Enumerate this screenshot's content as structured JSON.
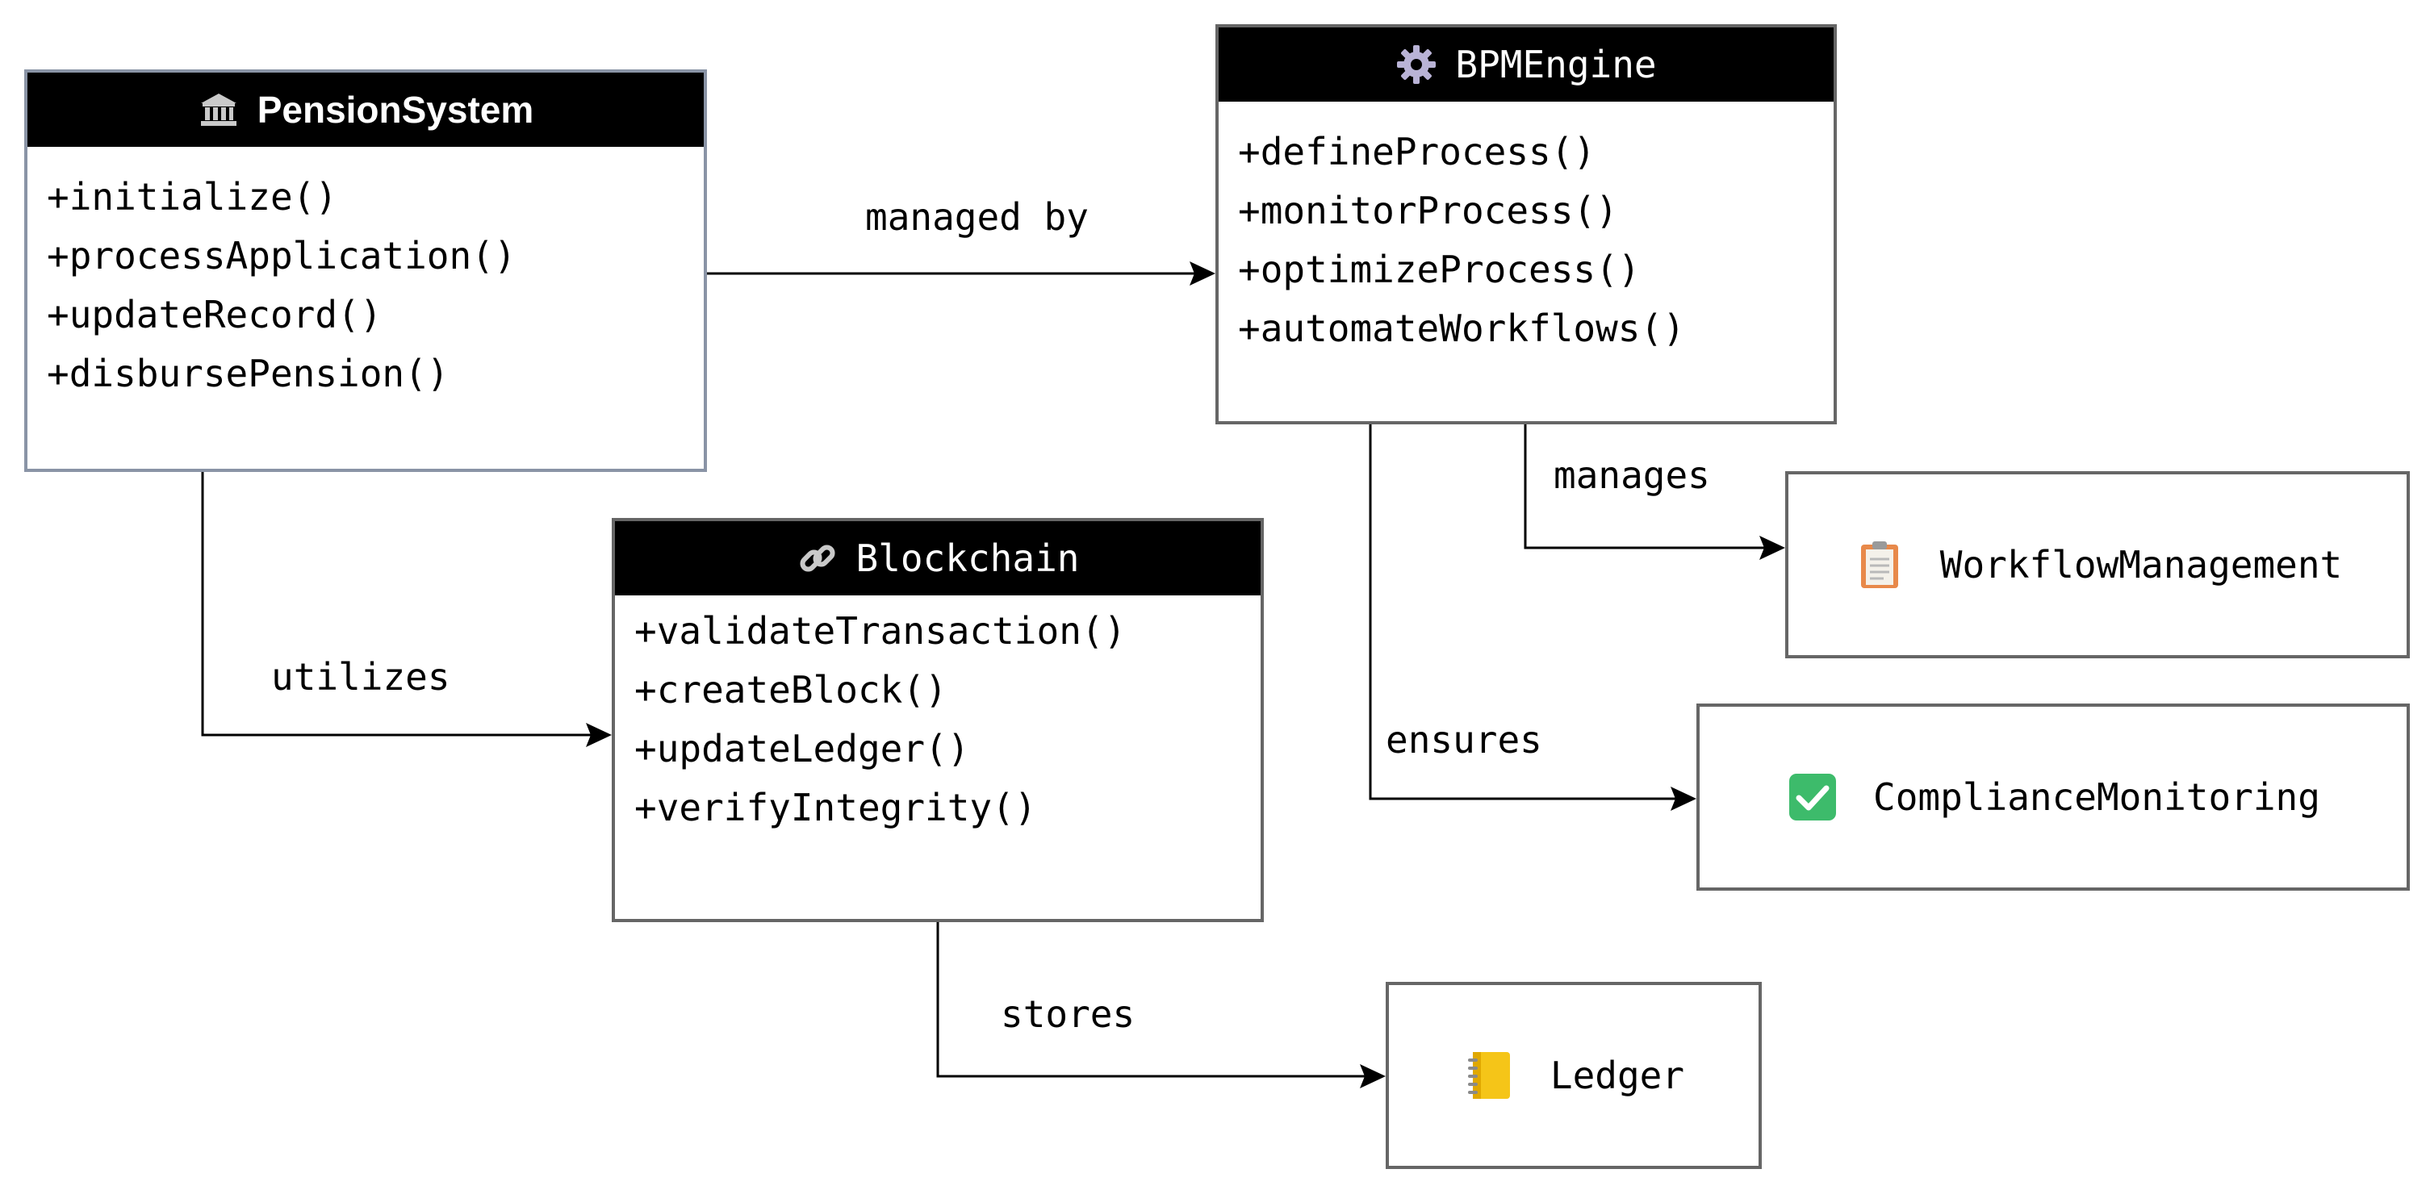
{
  "classes": {
    "pension_system": {
      "title": "PensionSystem",
      "icon": "bank-icon",
      "methods": [
        "+initialize()",
        "+processApplication()",
        "+updateRecord()",
        "+disbursePension()"
      ]
    },
    "bpm_engine": {
      "title": "BPMEngine",
      "icon": "gear-icon",
      "methods": [
        "+defineProcess()",
        "+monitorProcess()",
        "+optimizeProcess()",
        "+automateWorkflows()"
      ]
    },
    "blockchain": {
      "title": "Blockchain",
      "icon": "link-icon",
      "methods": [
        "+validateTransaction()",
        "+createBlock()",
        "+updateLedger()",
        "+verifyIntegrity()"
      ]
    }
  },
  "components": {
    "workflow_management": {
      "label": "WorkflowManagement",
      "icon": "clipboard-icon"
    },
    "compliance_monitoring": {
      "label": "ComplianceMonitoring",
      "icon": "checkmark-icon"
    },
    "ledger": {
      "label": "Ledger",
      "icon": "notebook-icon"
    }
  },
  "relations": {
    "managed_by": "managed by",
    "utilizes": "utilizes",
    "manages": "manages",
    "ensures": "ensures",
    "stores": "stores"
  },
  "colors": {
    "header_bg": "#000000",
    "border": "#666666",
    "pension_border": "#8a94a6",
    "check_green": "#3dbb6b",
    "clipboard_orange": "#e8894a",
    "notebook_yellow": "#f5c518"
  }
}
